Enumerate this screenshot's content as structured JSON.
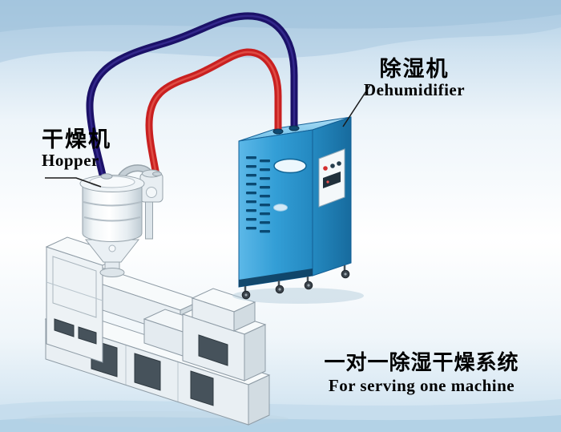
{
  "labels": {
    "dryer": {
      "zh": "干燥机",
      "en": "Hopper"
    },
    "dehumidifier": {
      "zh": "除湿机",
      "en": "Dehumidifier"
    },
    "caption": {
      "zh": "一对一除湿干燥系统",
      "en": "For serving one machine"
    }
  },
  "colors": {
    "pipe_red": "#c92020",
    "pipe_navy": "#1b1168",
    "cabinet_front_blue": "#36a0d8",
    "cabinet_side_blue": "#1f80b6",
    "cabinet_top_blue": "#8ccdee",
    "machine_body_gray": "#e9eff3",
    "background_top": "#aecde4",
    "background_bottom": "#c6dcec"
  },
  "parts": [
    "hopper-dryer",
    "extruder-machine",
    "dehumidifier-unit",
    "return-air-pipe-navy",
    "dry-air-pipe-red"
  ]
}
